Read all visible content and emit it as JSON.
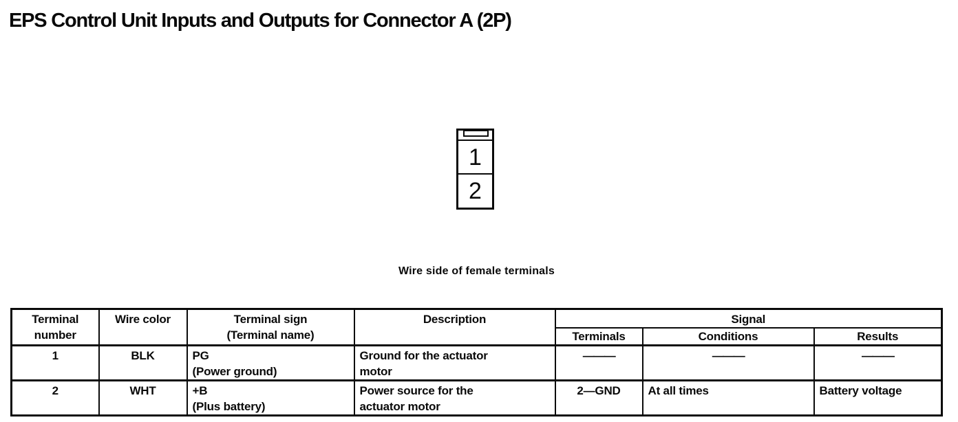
{
  "page": {
    "title": "EPS Control Unit Inputs and Outputs for Connector A (2P)"
  },
  "connector": {
    "pins": [
      "1",
      "2"
    ],
    "caption": "Wire side of female terminals"
  },
  "table": {
    "headers": {
      "terminal_number": [
        "Terminal",
        "number"
      ],
      "wire_color": "Wire color",
      "terminal_sign": [
        "Terminal sign",
        "(Terminal name)"
      ],
      "description": "Description",
      "signal": "Signal",
      "terminals": "Terminals",
      "conditions": "Conditions",
      "results": "Results"
    },
    "rows": [
      {
        "terminal_number": "1",
        "wire_color": "BLK",
        "terminal_sign": [
          "PG",
          "(Power ground)"
        ],
        "description": [
          "Ground for the actuator",
          "motor"
        ],
        "signal": {
          "terminals": "———",
          "conditions": "———",
          "results": "———"
        }
      },
      {
        "terminal_number": "2",
        "wire_color": "WHT",
        "terminal_sign": [
          "+B",
          "(Plus battery)"
        ],
        "description": [
          "Power source for the",
          "actuator motor"
        ],
        "signal": {
          "terminals": "2—GND",
          "conditions": "At all times",
          "results": "Battery voltage"
        }
      }
    ]
  }
}
